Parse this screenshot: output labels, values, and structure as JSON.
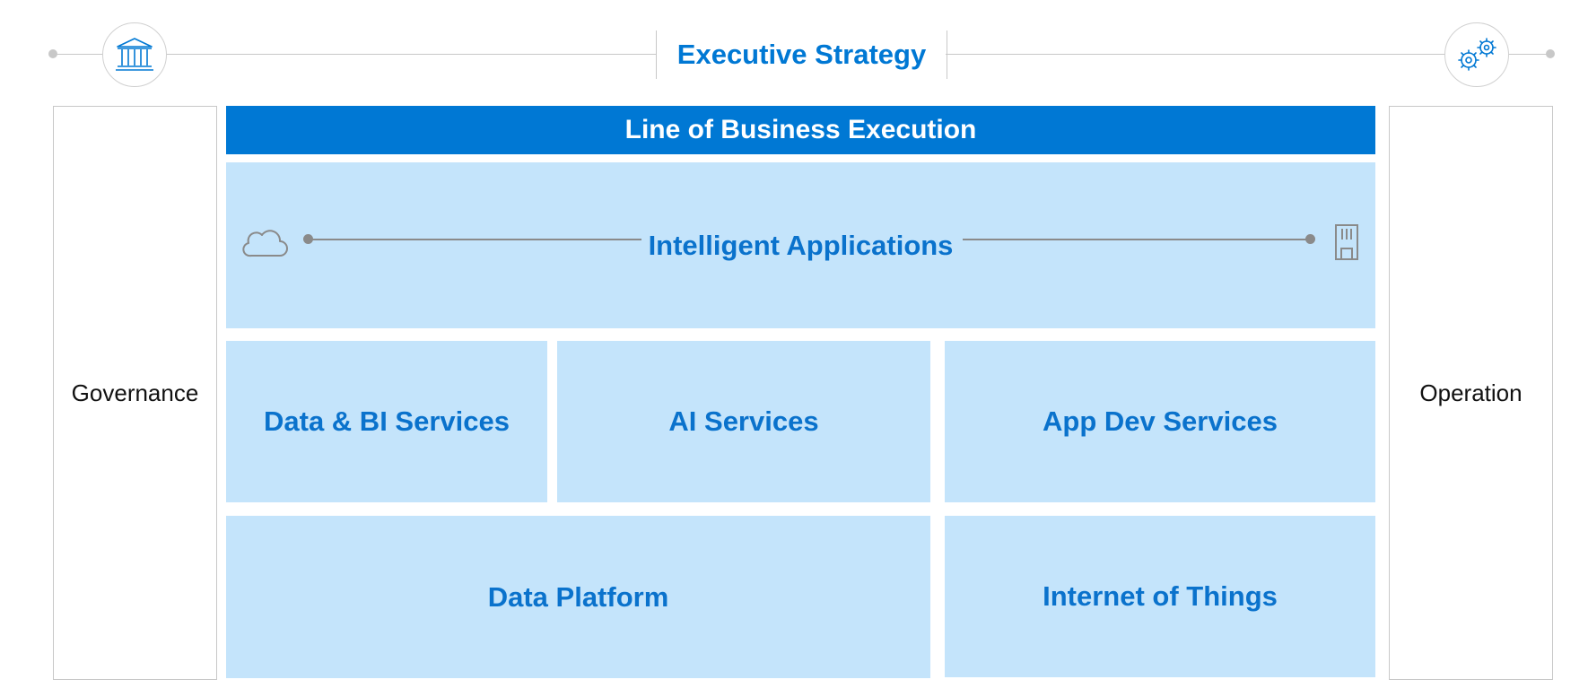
{
  "header": {
    "title": "Executive Strategy"
  },
  "pillars": {
    "left": "Governance",
    "right": "Operation"
  },
  "lob": {
    "title": "Line of Business Execution"
  },
  "apps": {
    "title": "Intelligent Applications"
  },
  "services": {
    "data_bi": "Data & BI Services",
    "ai": "AI Services",
    "app_dev": "App Dev Services"
  },
  "foundation": {
    "data_platform": "Data Platform",
    "iot": "Internet of Things"
  },
  "colors": {
    "accent": "#0078d4",
    "tile": "#c4e4fb",
    "tile_text": "#0a72cc",
    "line": "#c8c8c8"
  },
  "icons": {
    "left_top": "bank-icon",
    "right_top": "gears-icon",
    "apps_left": "cloud-icon",
    "apps_right": "building-icon"
  }
}
